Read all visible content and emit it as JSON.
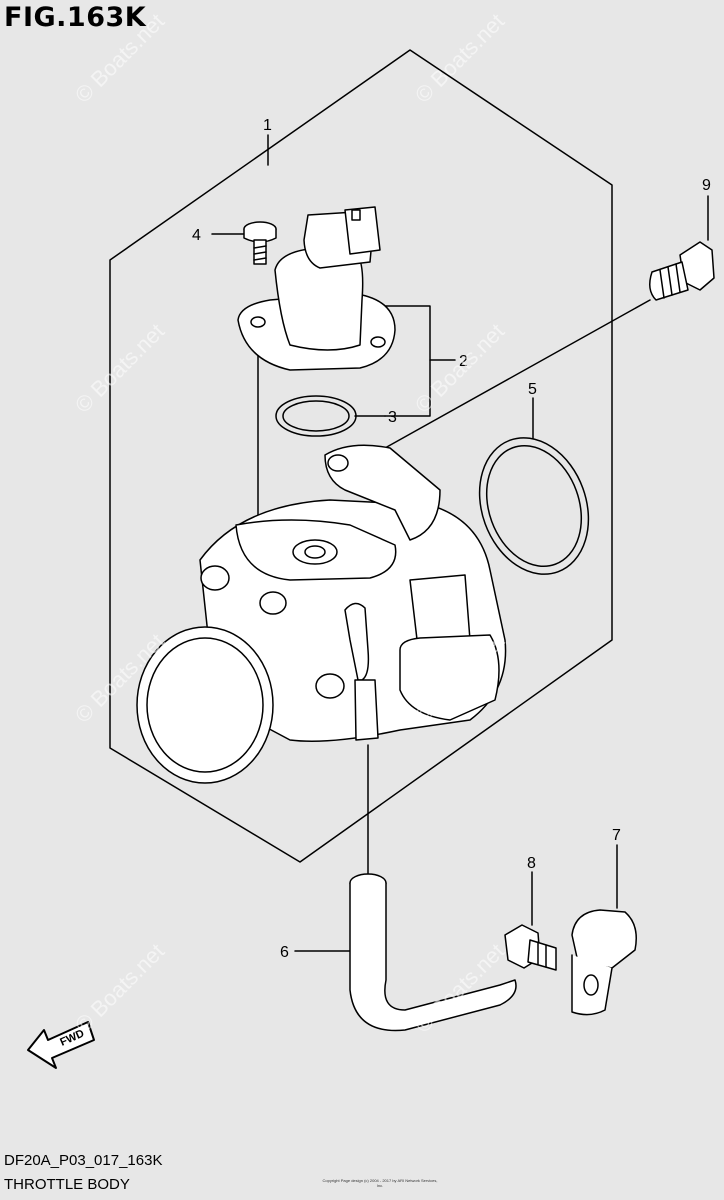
{
  "figure": {
    "title": "FIG.163K",
    "code": "DF20A_P03_017_163K",
    "subtitle": "THROTTLE BODY",
    "copyright": "Copyright Page design (c) 2004 - 2017 by ARI Network Services, Inc."
  },
  "callouts": [
    {
      "number": "1",
      "part": "throttle body assembly"
    },
    {
      "number": "2",
      "part": "sensor"
    },
    {
      "number": "3",
      "part": "o-ring"
    },
    {
      "number": "4",
      "part": "screw"
    },
    {
      "number": "5",
      "part": "gasket ring"
    },
    {
      "number": "6",
      "part": "hose"
    },
    {
      "number": "7",
      "part": "clamp"
    },
    {
      "number": "8",
      "part": "bolt"
    },
    {
      "number": "9",
      "part": "bolt"
    }
  ],
  "direction": {
    "label": "FWD"
  },
  "watermark": "© Boats.net",
  "colors": {
    "background": "#e7e7e7",
    "line": "#000000",
    "fill": "#ffffff"
  }
}
